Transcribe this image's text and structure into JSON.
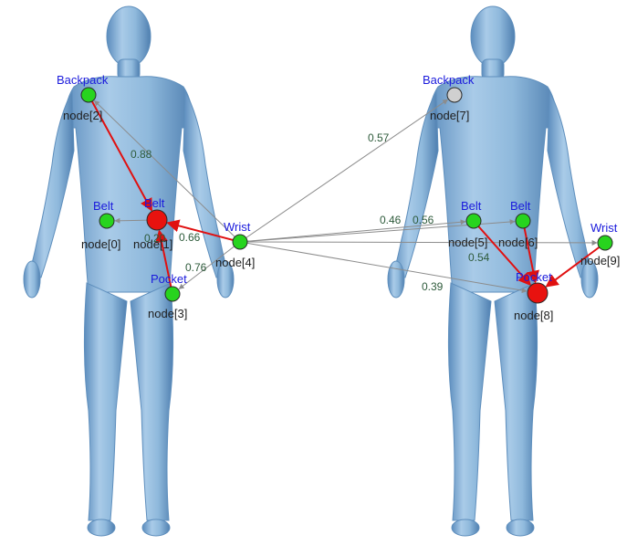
{
  "colors": {
    "background": "#ffffff",
    "body_fill": "#8fb9dc",
    "body_shade": "#5f8fbd",
    "active_node": "#e8120f",
    "sensor_node": "#27d41e",
    "inactive_node": "#d0d0d0",
    "strong_edge": "#e01010",
    "weak_edge": "#8c8c8c",
    "label_blue": "#1a1adc"
  },
  "figures": [
    {
      "side": "left"
    },
    {
      "side": "right"
    }
  ],
  "nodes": [
    {
      "id": "node[0]",
      "sensor": "Belt",
      "state": "sensor"
    },
    {
      "id": "node[1]",
      "sensor": "Belt",
      "state": "active"
    },
    {
      "id": "node[2]",
      "sensor": "Backpack",
      "state": "sensor"
    },
    {
      "id": "node[3]",
      "sensor": "Pocket",
      "state": "sensor"
    },
    {
      "id": "node[4]",
      "sensor": "Wrist",
      "state": "sensor"
    },
    {
      "id": "node[5]",
      "sensor": "Belt",
      "state": "sensor"
    },
    {
      "id": "node[6]",
      "sensor": "Belt",
      "state": "sensor"
    },
    {
      "id": "node[7]",
      "sensor": "Backpack",
      "state": "inactive"
    },
    {
      "id": "node[8]",
      "sensor": "Pocket",
      "state": "active"
    },
    {
      "id": "node[9]",
      "sensor": "Wrist",
      "state": "sensor"
    }
  ],
  "edges": [
    {
      "from": "node[2]",
      "to": "node[1]",
      "kind": "strong"
    },
    {
      "from": "node[4]",
      "to": "node[1]",
      "kind": "strong"
    },
    {
      "from": "node[3]",
      "to": "node[1]",
      "kind": "strong"
    },
    {
      "from": "node[1]",
      "to": "node[0]",
      "kind": "weak"
    },
    {
      "from": "node[4]",
      "to": "node[2]",
      "kind": "weak"
    },
    {
      "from": "node[4]",
      "to": "node[3]",
      "kind": "weak"
    },
    {
      "from": "node[4]",
      "to": "node[7]",
      "kind": "weak"
    },
    {
      "from": "node[4]",
      "to": "node[5]",
      "kind": "weak"
    },
    {
      "from": "node[4]",
      "to": "node[6]",
      "kind": "weak"
    },
    {
      "from": "node[4]",
      "to": "node[9]",
      "kind": "weak"
    },
    {
      "from": "node[4]",
      "to": "node[8]",
      "kind": "weak"
    },
    {
      "from": "node[5]",
      "to": "node[8]",
      "kind": "strong"
    },
    {
      "from": "node[6]",
      "to": "node[8]",
      "kind": "strong"
    },
    {
      "from": "node[9]",
      "to": "node[8]",
      "kind": "strong"
    }
  ],
  "edge_weights": [
    {
      "text": "0.88"
    },
    {
      "text": "0.20"
    },
    {
      "text": "0.66"
    },
    {
      "text": "0.76"
    },
    {
      "text": "0.57"
    },
    {
      "text": "0.46"
    },
    {
      "text": "0.56"
    },
    {
      "text": "0.54"
    },
    {
      "text": "0.39"
    }
  ]
}
